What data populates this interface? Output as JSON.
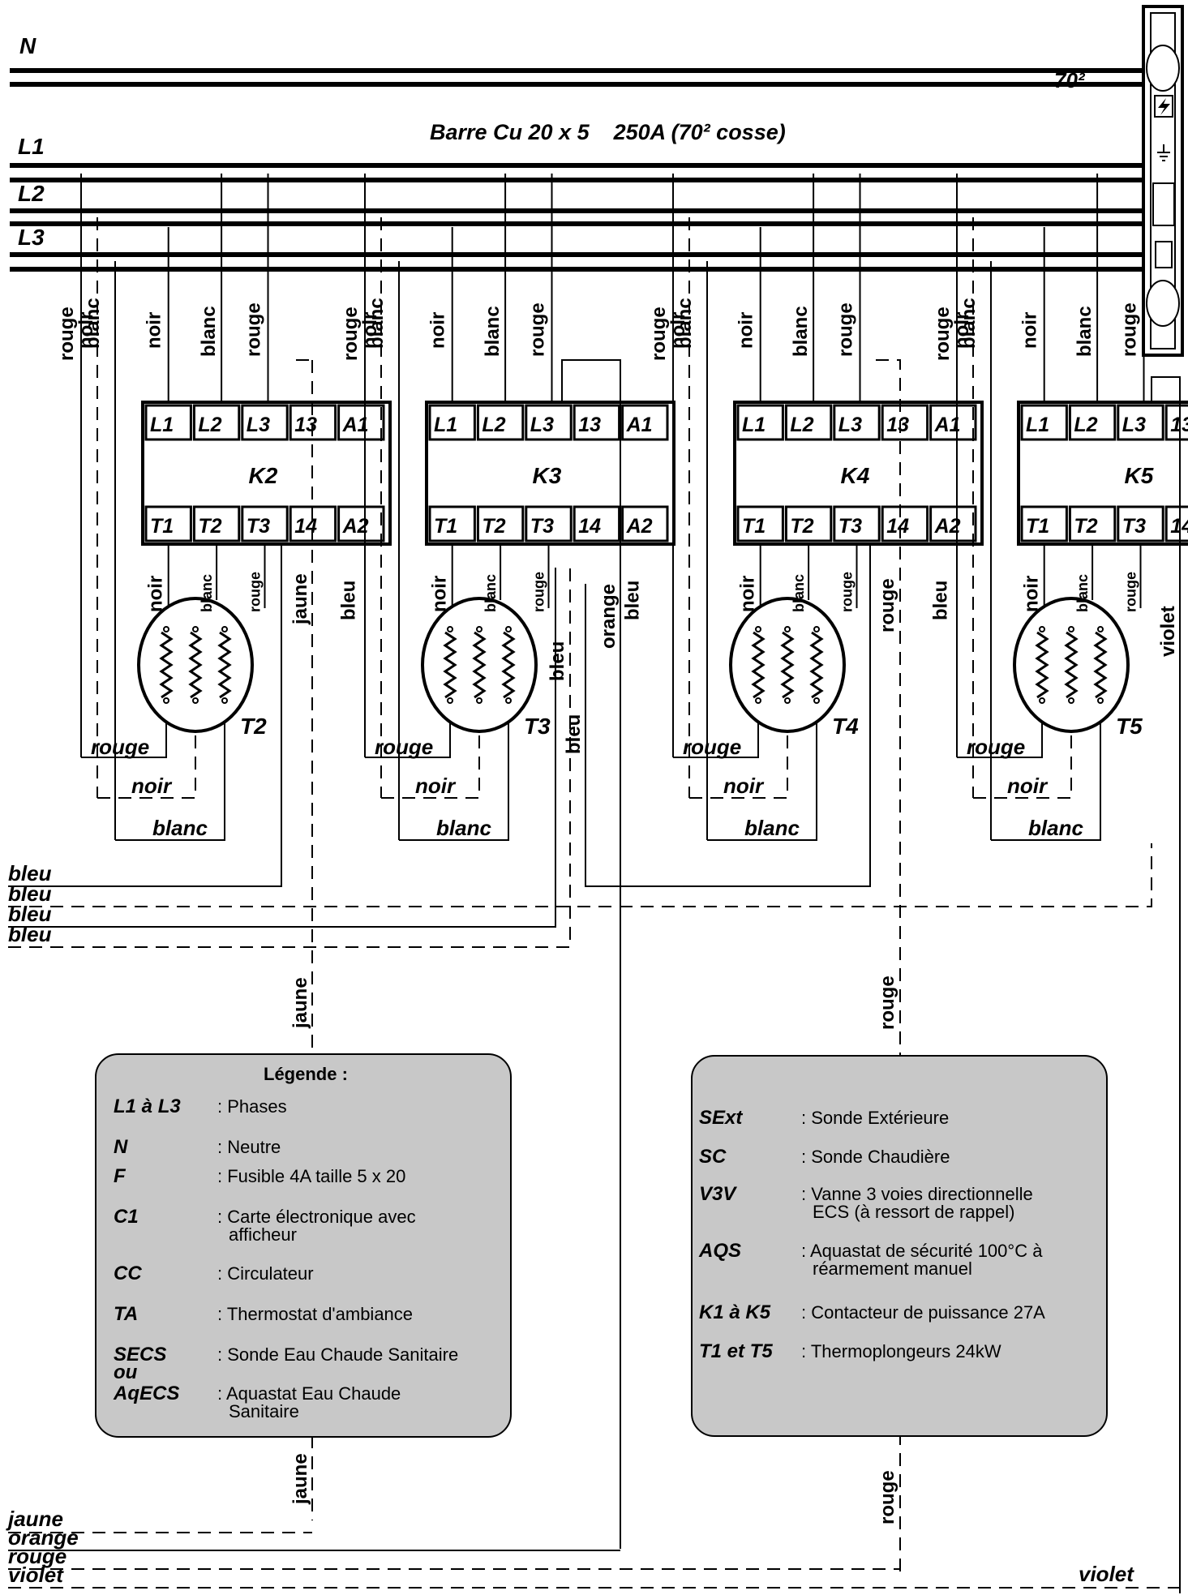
{
  "header": {
    "n_label": "N",
    "section_label": "70²",
    "busbar_label": "Barre Cu 20 x 5    250A (70² cosse)",
    "phase_labels": [
      "L1",
      "L2",
      "L3"
    ]
  },
  "wire_names": {
    "rouge": "rouge",
    "noir": "noir",
    "blanc": "blanc",
    "bleu": "bleu",
    "jaune": "jaune",
    "orange": "orange",
    "violet": "violet"
  },
  "contactor_terminals_top": [
    "L1",
    "L2",
    "L3",
    "13",
    "A1"
  ],
  "contactor_terminals_bottom": [
    "T1",
    "T2",
    "T3",
    "14",
    "A2"
  ],
  "stages": [
    {
      "contactor": "K2",
      "heater": "T2"
    },
    {
      "contactor": "K3",
      "heater": "T3"
    },
    {
      "contactor": "K4",
      "heater": "T4"
    },
    {
      "contactor": "K5",
      "heater": "T5"
    }
  ],
  "left_exits": {
    "bleu": [
      "bleu",
      "bleu",
      "bleu",
      "bleu"
    ],
    "bottom": [
      "jaune",
      "orange",
      "rouge",
      "violet"
    ],
    "bottom_right": "violet"
  },
  "legend_left": {
    "title": "Légende :",
    "items": [
      {
        "key": "L1 à L3",
        "value": ": Phases"
      },
      {
        "key": "N",
        "value": ": Neutre"
      },
      {
        "key": "F",
        "value": ": Fusible 4A   taille 5 x 20"
      },
      {
        "key": "C1",
        "value": ": Carte électronique avec",
        "value2": "afficheur"
      },
      {
        "key": "CC",
        "value": ": Circulateur"
      },
      {
        "key": "TA",
        "value": ": Thermostat d'ambiance"
      },
      {
        "key": "SECS",
        "value": ": Sonde Eau Chaude Sanitaire"
      },
      {
        "key": "ou",
        "value": ""
      },
      {
        "key": "AqECS",
        "value": ": Aquastat Eau Chaude",
        "value2": "Sanitaire"
      }
    ]
  },
  "legend_right": {
    "items": [
      {
        "key": "SExt",
        "value": ": Sonde Extérieure"
      },
      {
        "key": "SC",
        "value": ":  Sonde Chaudière"
      },
      {
        "key": "V3V",
        "value": ": Vanne 3 voies directionnelle",
        "value2": "ECS (à ressort de rappel)"
      },
      {
        "key": "AQS",
        "value": ": Aquastat de sécurité 100°C à",
        "value2": "réarmement manuel"
      },
      {
        "key": "K1 à K5",
        "value": ": Contacteur de puissance 27A"
      },
      {
        "key": "T1 et T5",
        "value": ": Thermoplongeurs 24kW"
      }
    ]
  }
}
